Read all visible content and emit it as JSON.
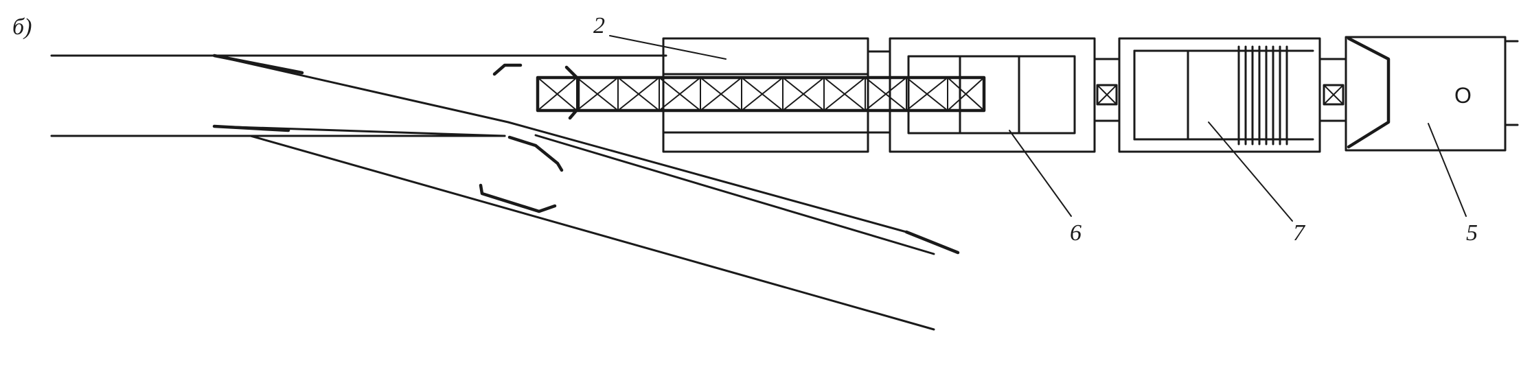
{
  "figure": {
    "panel_label": "б)",
    "callouts": [
      "2",
      "6",
      "7",
      "5"
    ],
    "symbol_text": "O"
  }
}
